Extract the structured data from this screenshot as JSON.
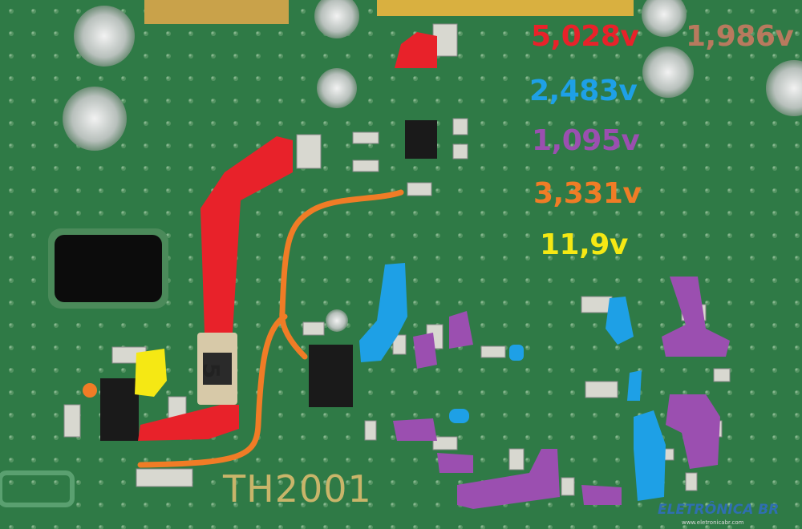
{
  "photo": {
    "subject": "pcb",
    "board_color": "#2f7a46",
    "silkscreen_label": "TH2001",
    "fuse_marking": "5"
  },
  "voltage_legend": [
    {
      "text": "5,028v",
      "color": "#e8222a"
    },
    {
      "text": "1,986v",
      "color": "#b87a5e"
    },
    {
      "text": "2,483v",
      "color": "#1ea0e6"
    },
    {
      "text": "1,095v",
      "color": "#9b4fb0"
    },
    {
      "text": "3,331v",
      "color": "#f07c26"
    },
    {
      "text": "11,9v",
      "color": "#f5e814"
    }
  ],
  "watermark": {
    "brand": "ELETRÔNICA BR",
    "url": "www.eletronicabr.com"
  }
}
